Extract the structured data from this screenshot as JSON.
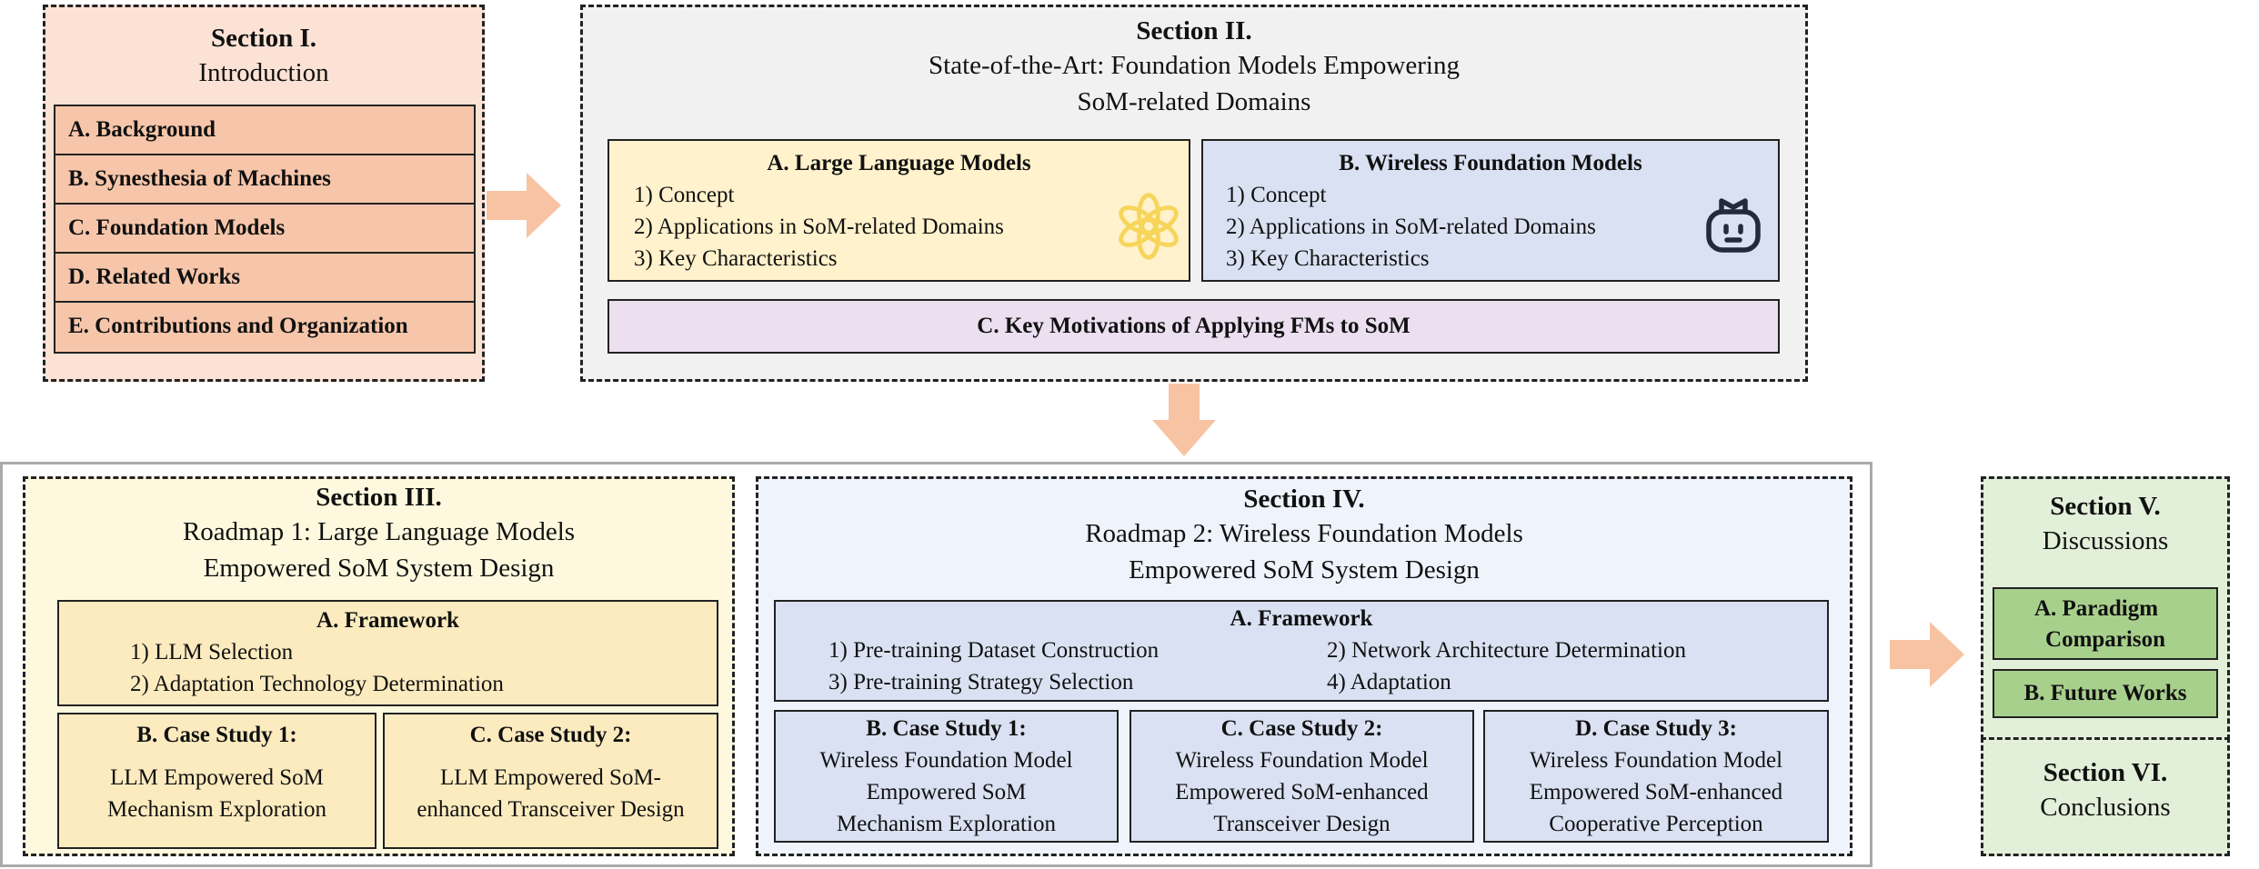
{
  "colors": {
    "sec1_bg": "#fbe2d4",
    "sec1_item_bg": "#f7c6aa",
    "sec2_bg": "#f1f1f1",
    "llm_bg": "#fff2cc",
    "wfm_bg": "#d9e1f2",
    "motivation_bg": "#ebdff0",
    "sec3_bg": "#fef9de",
    "sec3_box_bg": "#fcebbf",
    "sec4_bg": "#eef3fc",
    "sec4_box_bg": "#d9e1f2",
    "sec5_bg": "#e2efd9",
    "sec5_item_bg": "#a8d08d",
    "arrow": "#f8c3a2",
    "openai_icon": "#f7d55b",
    "robot_icon": "#222b3a"
  },
  "section1": {
    "title": "Section I.",
    "subtitle": "Introduction",
    "items": [
      "A. Background",
      "B. Synesthesia of Machines",
      "C. Foundation Models",
      "D. Related Works",
      "E. Contributions and Organization"
    ]
  },
  "section2": {
    "title": "Section II.",
    "subtitle_line1": "State-of-the-Art: Foundation Models Empowering",
    "subtitle_line2": "SoM-related Domains",
    "llm": {
      "title": "A. Large Language Models",
      "items": [
        "1) Concept",
        "2) Applications in SoM-related Domains",
        "3) Key Characteristics"
      ],
      "icon": "openai-logo-icon"
    },
    "wfm": {
      "title": "B. Wireless Foundation Models",
      "items": [
        "1) Concept",
        "2) Applications in SoM-related Domains",
        "3) Key Characteristics"
      ],
      "icon": "robot-icon"
    },
    "motivation": "C. Key Motivations of Applying FMs to SoM"
  },
  "section3": {
    "title": "Section III.",
    "subtitle_line1": "Roadmap 1: Large Language Models",
    "subtitle_line2": "Empowered SoM System Design",
    "framework": {
      "title": "A. Framework",
      "items": [
        "1) LLM Selection",
        "2) Adaptation Technology Determination"
      ]
    },
    "case1": {
      "title": "B. Case Study 1:",
      "line1": "LLM Empowered SoM",
      "line2": "Mechanism Exploration"
    },
    "case2": {
      "title": "C. Case Study 2:",
      "line1": "LLM Empowered SoM-",
      "line2": "enhanced Transceiver Design"
    }
  },
  "section4": {
    "title": "Section IV.",
    "subtitle_line1": "Roadmap 2: Wireless Foundation Models",
    "subtitle_line2": "Empowered SoM System Design",
    "framework": {
      "title": "A. Framework",
      "items": [
        "1) Pre-training Dataset Construction",
        "2) Network Architecture Determination",
        "3) Pre-training Strategy Selection",
        "4) Adaptation"
      ]
    },
    "case1": {
      "title": "B. Case Study 1:",
      "lines": [
        "Wireless Foundation Model",
        "Empowered SoM",
        "Mechanism Exploration"
      ]
    },
    "case2": {
      "title": "C. Case Study 2:",
      "lines": [
        "Wireless Foundation Model",
        "Empowered SoM-enhanced",
        "Transceiver Design"
      ]
    },
    "case3": {
      "title": "D. Case Study 3:",
      "lines": [
        "Wireless Foundation Model",
        "Empowered SoM-enhanced",
        "Cooperative Perception"
      ]
    }
  },
  "section5": {
    "title": "Section V.",
    "subtitle": "Discussions",
    "item_a_line1": "A. Paradigm",
    "item_a_line2": "Comparison",
    "item_b": "B. Future Works"
  },
  "section6": {
    "title": "Section VI.",
    "subtitle": "Conclusions"
  }
}
